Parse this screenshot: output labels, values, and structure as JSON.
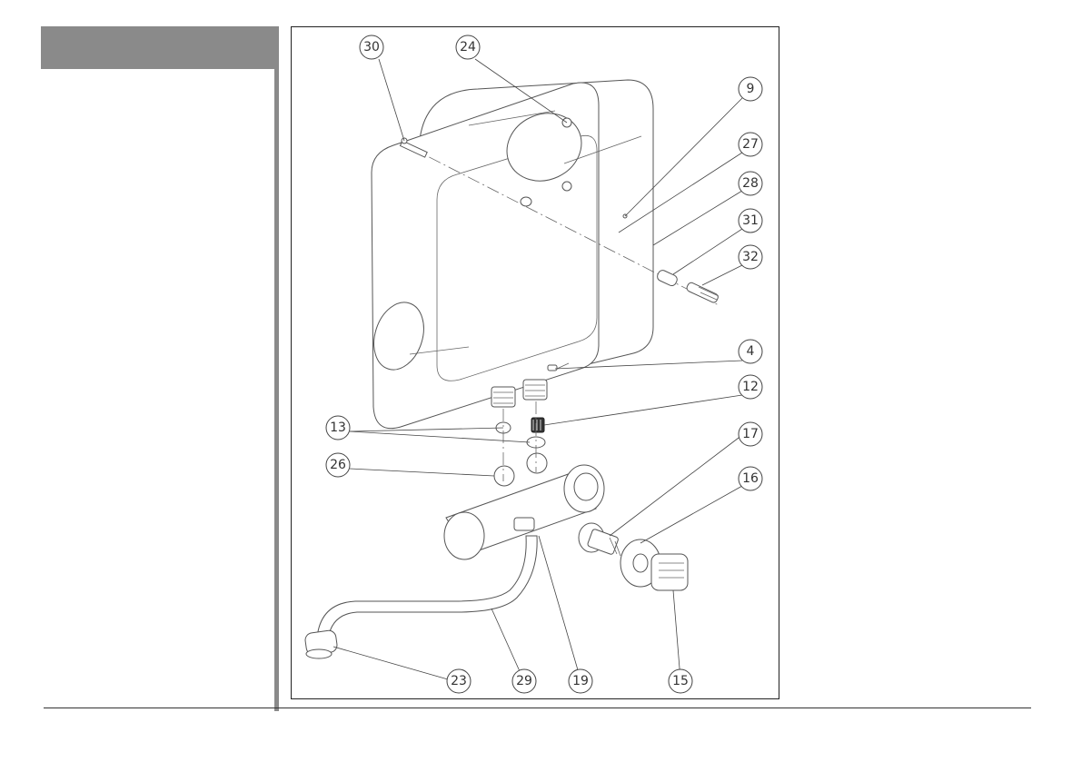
{
  "header": {
    "label": ""
  },
  "figure": {
    "callouts": [
      {
        "id": "30",
        "label": "30"
      },
      {
        "id": "24",
        "label": "24"
      },
      {
        "id": "9",
        "label": "9"
      },
      {
        "id": "27",
        "label": "27"
      },
      {
        "id": "28",
        "label": "28"
      },
      {
        "id": "31",
        "label": "31"
      },
      {
        "id": "32",
        "label": "32"
      },
      {
        "id": "4",
        "label": "4"
      },
      {
        "id": "12",
        "label": "12"
      },
      {
        "id": "13",
        "label": "13"
      },
      {
        "id": "17",
        "label": "17"
      },
      {
        "id": "26",
        "label": "26"
      },
      {
        "id": "16",
        "label": "16"
      },
      {
        "id": "23",
        "label": "23"
      },
      {
        "id": "29",
        "label": "29"
      },
      {
        "id": "19",
        "label": "19"
      },
      {
        "id": "15",
        "label": "15"
      }
    ]
  }
}
